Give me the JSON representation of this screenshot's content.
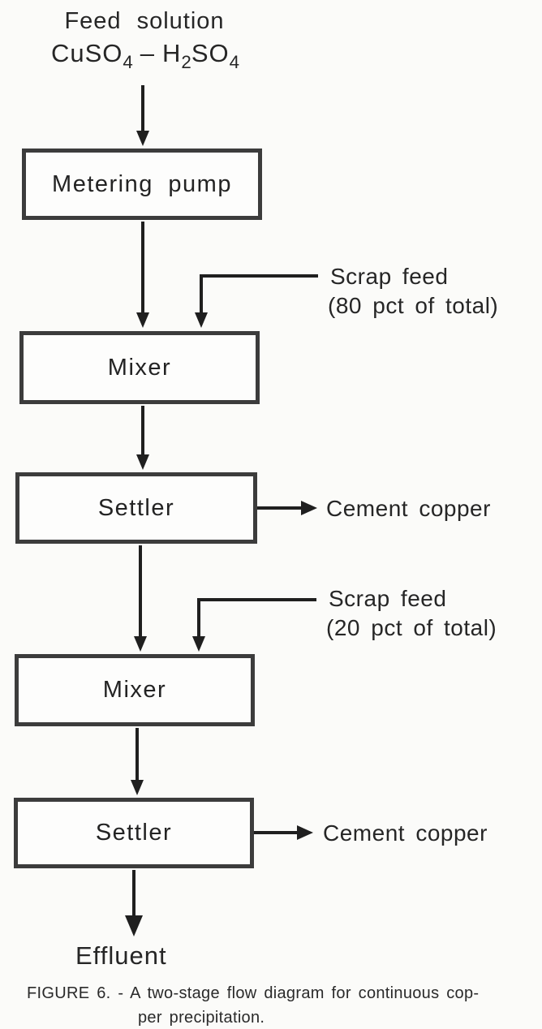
{
  "diagram": {
    "feed": {
      "line1": "Feed solution",
      "formula": {
        "t1": "CuSO",
        "s1": "4",
        "dash": "–",
        "t2": "H",
        "s2": "2",
        "t3": "SO",
        "s3": "4"
      }
    },
    "boxes": {
      "metering_pump": "Metering pump",
      "mixer1": "Mixer",
      "settler1": "Settler",
      "mixer2": "Mixer",
      "settler2": "Settler"
    },
    "labels": {
      "scrap1_l1": "Scrap feed",
      "scrap1_l2": "(80 pct of total)",
      "scrap2_l1": "Scrap feed",
      "scrap2_l2": "(20 pct of total)",
      "cement1": "Cement copper",
      "cement2": "Cement copper",
      "effluent": "Effluent"
    },
    "caption": {
      "line1": "FIGURE 6. - A two-stage flow diagram for continuous cop-",
      "line2": "per precipitation."
    },
    "colors": {
      "ink": "#1f1f1f",
      "box_border": "#3c3c3c",
      "bg": "#fbfbf9"
    }
  }
}
